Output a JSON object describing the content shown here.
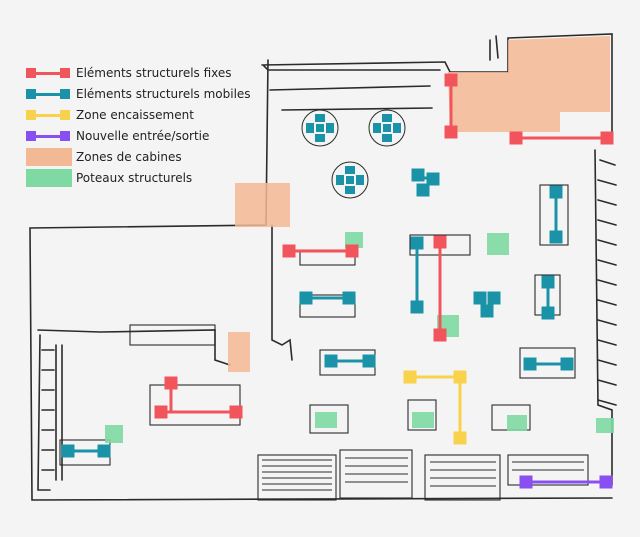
{
  "legend": [
    {
      "label": "Eléments structurels fixes",
      "kind": "line",
      "color": "#f2545b"
    },
    {
      "label": "Eléments structurels mobiles",
      "kind": "line",
      "color": "#1a93a8"
    },
    {
      "label": "Zone encaissement",
      "kind": "line",
      "color": "#f8d24a"
    },
    {
      "label": "Nouvelle entrée/sortie",
      "kind": "line",
      "color": "#8a4ff0"
    },
    {
      "label": "Zones de cabines",
      "kind": "area",
      "color": "#f3b894"
    },
    {
      "label": "Poteaux structurels",
      "kind": "area",
      "color": "#7ed9a3"
    }
  ],
  "colors": {
    "fixed": "#f2545b",
    "mobile": "#1a93a8",
    "cash": "#f8d24a",
    "entry": "#8a4ff0",
    "cabin": "#f3b894",
    "pillar": "#7ed9a3",
    "sketch": "#2b2b2b",
    "background": "#f4f4f4"
  }
}
